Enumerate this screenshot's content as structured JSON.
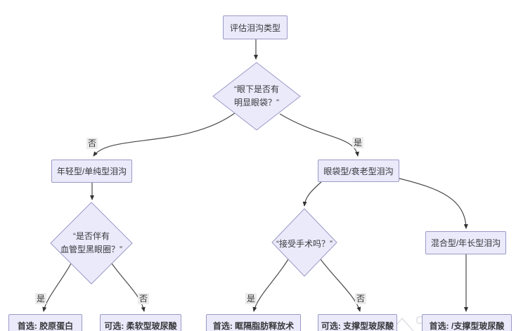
{
  "diagram": {
    "type": "flowchart",
    "nodes": {
      "start": "评估泪沟类型",
      "decision_eyebag_line1": "“眼下是否有",
      "decision_eyebag_line2": "明显眼袋？”",
      "young_simple": "年轻型/单纯型泪沟",
      "eyebag_aging": "眼袋型/衰老型泪沟",
      "decision_darkcircle_line1": "“是否伴有",
      "decision_darkcircle_line2": "血管型黑眼圈？”",
      "decision_surgery": "“接受手术吗？”",
      "mixed_older": "混合型/年长型泪沟",
      "opt_collagen": "首选: 胶原蛋白",
      "opt_soft_ha": "可选: 柔软型玻尿酸",
      "opt_fat_release": "首选: 眶隔脂肪释放术",
      "opt_support_ha": "可选: 支撑型玻尿酸",
      "opt_support_ha_first": "首选: /支撑型玻尿酸"
    },
    "edge_labels": {
      "eyebag_no": "否",
      "eyebag_yes": "是",
      "darkcircle_yes": "是",
      "darkcircle_no": "否",
      "surgery_yes": "是",
      "surgery_no": "否"
    },
    "colors": {
      "node_fill": "#ebeafb",
      "node_border": "#9b99c6",
      "edge": "#4a4a4a",
      "edge_label_bg": "#ececec",
      "text": "#38383c"
    }
  }
}
